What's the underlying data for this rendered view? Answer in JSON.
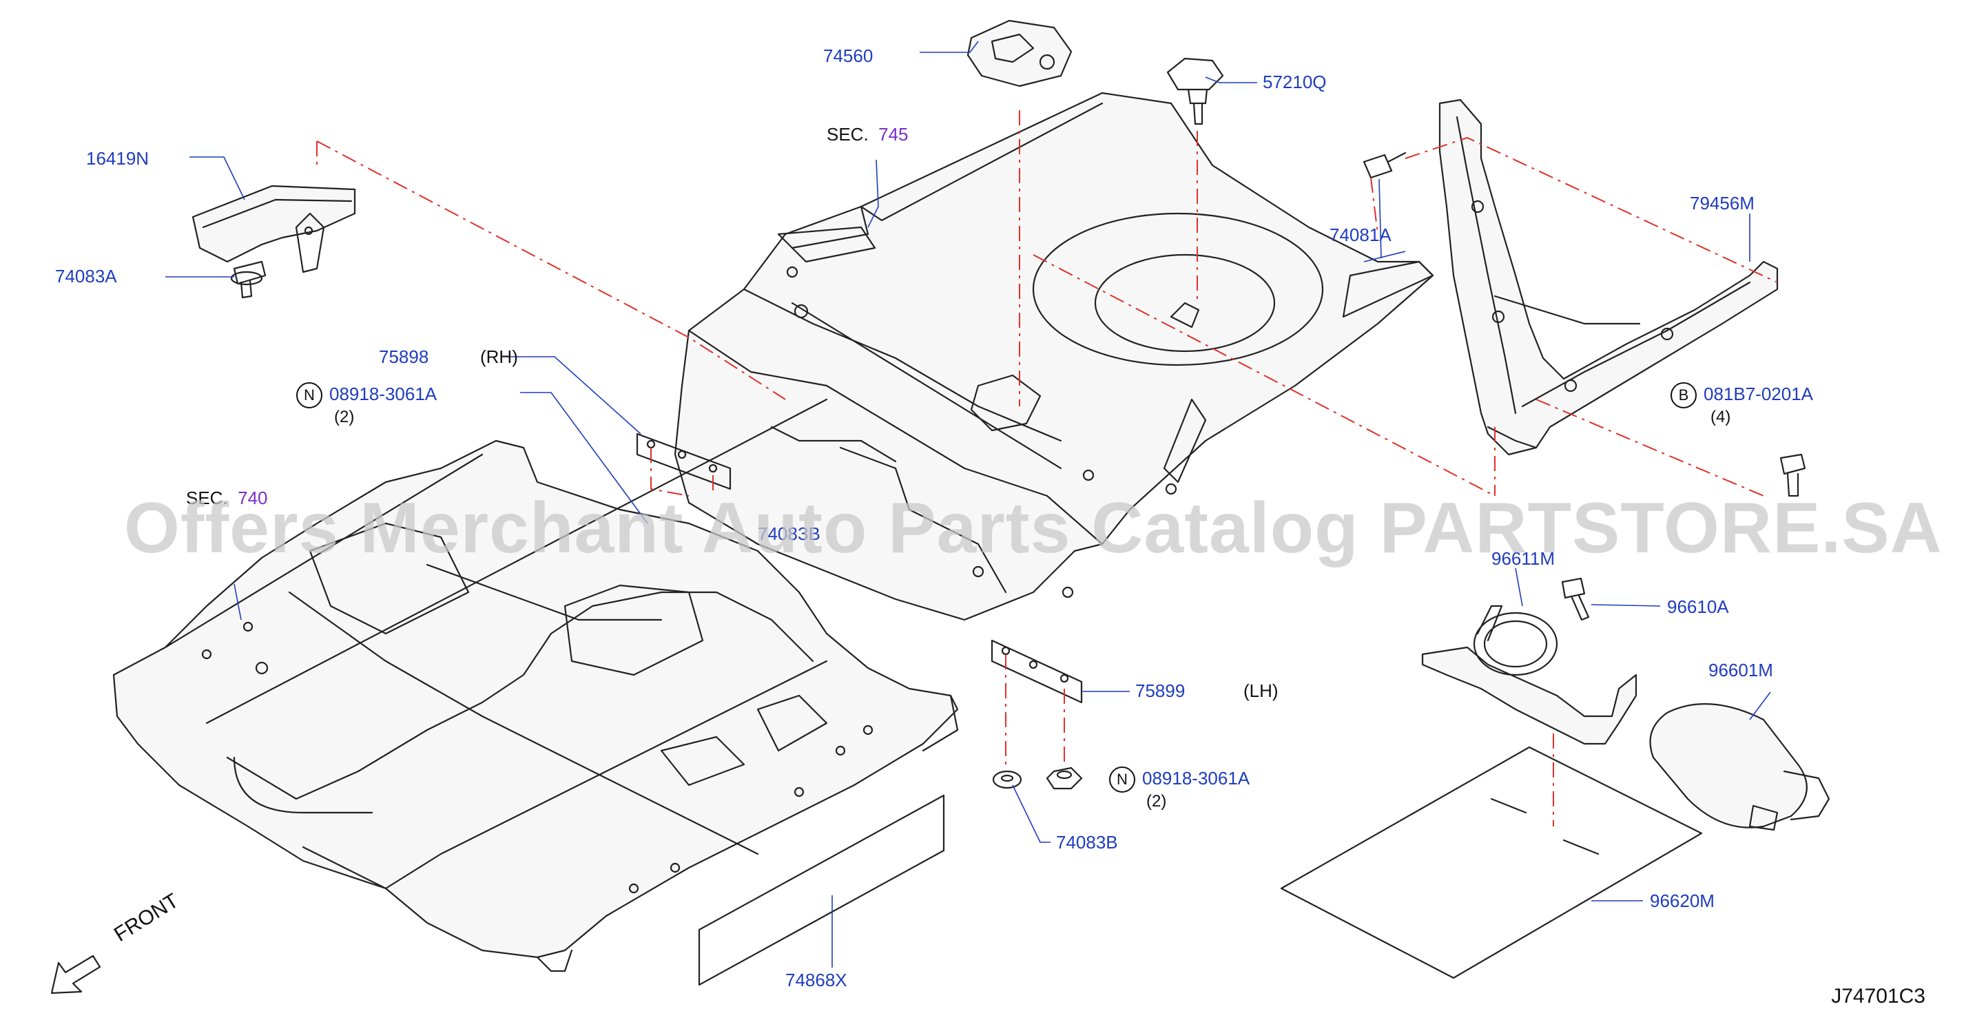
{
  "parts": {
    "p74560": "74560",
    "p57210Q": "57210Q",
    "sec745_prefix": "SEC.",
    "sec745_num": "745",
    "p16419N": "16419N",
    "p74083A": "74083A",
    "p74081A": "74081A",
    "p79456M": "79456M",
    "p75898": "75898",
    "rh": "(RH)",
    "n_badge": "N",
    "p08918_top": "08918-3061A",
    "qty2_top": "(2)",
    "b_badge": "B",
    "p081B7": "081B7-0201A",
    "qty4": "(4)",
    "sec740_prefix": "SEC.",
    "sec740_num": "740",
    "p74083B_partial": "7408ЗВ",
    "p96611M": "96611M",
    "p96610A": "96610A",
    "p96601M": "96601M",
    "p75899": "75899",
    "lh": "(LH)",
    "p08918_bot": "08918-3061A",
    "qty2_bot": "(2)",
    "p74083B": "74083B",
    "p96620M": "96620M",
    "p74868X": "74868X"
  },
  "front_label": "FRONT",
  "diagram_code": "J74701C3",
  "watermark": "Offers Merchant Auto Parts Catalog PARTSTORE.SA",
  "colors": {
    "part_number": "#1f3cbf",
    "section_number": "#7a2fc9",
    "centerline": "#e0302a",
    "outline": "#222222"
  }
}
